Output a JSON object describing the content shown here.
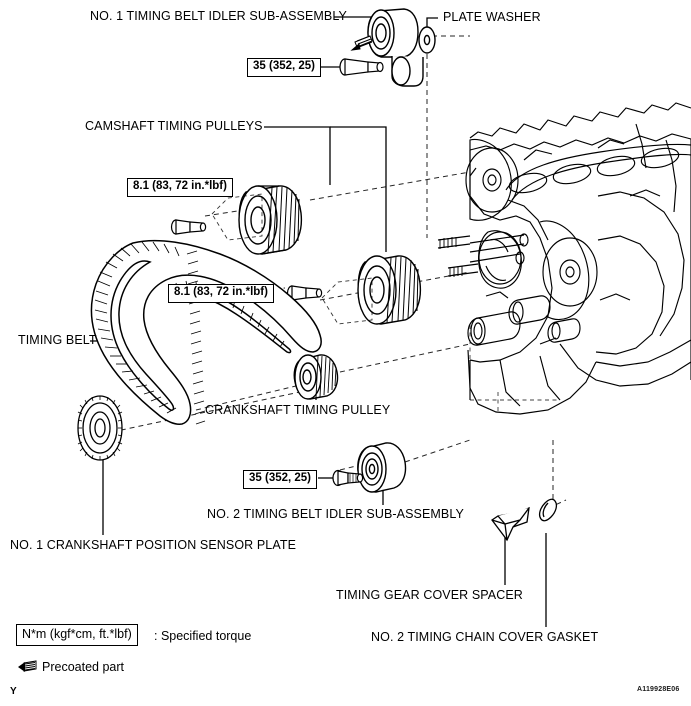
{
  "figure": {
    "code": "A119928E06",
    "corner_mark": "Y"
  },
  "labels": {
    "idler1": "NO. 1 TIMING BELT IDLER SUB-ASSEMBLY",
    "plate_washer": "PLATE WASHER",
    "camshaft_pulleys": "CAMSHAFT TIMING PULLEYS",
    "timing_belt": "TIMING BELT",
    "crankshaft_pulley": "CRANKSHAFT TIMING PULLEY",
    "idler2": "NO. 2 TIMING BELT IDLER SUB-ASSEMBLY",
    "sensor_plate": "NO. 1 CRANKSHAFT POSITION SENSOR PLATE",
    "gear_cover_spacer": "TIMING GEAR COVER SPACER",
    "chain_cover_gasket": "NO. 2 TIMING CHAIN COVER GASKET"
  },
  "torque_specs": {
    "idler1_bolt": "35 (352, 25)",
    "cam_pulley_bolt_upper": "8.1 (83, 72 in.*lbf)",
    "cam_pulley_bolt_lower": "8.1 (83, 72 in.*lbf)",
    "idler2_bolt": "35 (352, 25)"
  },
  "legend": {
    "torque_units": "N*m (kgf*cm, ft.*lbf)",
    "torque_meaning": ": Specified torque",
    "precoated": "Precoated part"
  },
  "colors": {
    "line": "#000000",
    "background": "#ffffff",
    "dashed": "#000000"
  }
}
